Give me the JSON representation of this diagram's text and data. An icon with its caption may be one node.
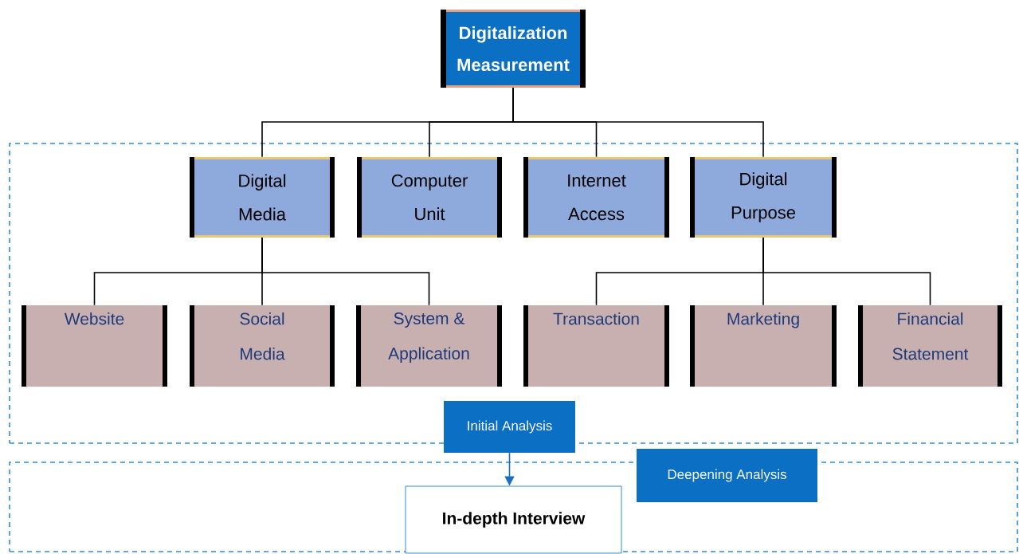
{
  "diagram": {
    "nodes": [
      {
        "text": [
          "Digitalization Measurement"
        ]
      },
      {
        "text": [],
        "shape": "box"
      },
      {
        "text": [
          "Digital Media"
        ],
        "in": 1
      },
      {
        "text": [
          "Computer Unit"
        ],
        "in": 1
      },
      {
        "text": [
          "Internet Access"
        ],
        "in": 1
      },
      {
        "text": [
          "Digital Purpose"
        ],
        "in": 1
      },
      {
        "text": [
          "Website"
        ],
        "in": 1
      },
      {
        "text": [
          "Social Media"
        ],
        "in": 1
      },
      {
        "text": [
          "System & Application"
        ],
        "in": 1
      },
      {
        "text": [
          "Transaction"
        ],
        "in": 1
      },
      {
        "text": [
          "Marketing"
        ],
        "in": 1
      },
      {
        "text": [
          "Financial Statement"
        ],
        "in": 1
      },
      {
        "text": [
          "Initial Analysis"
        ]
      },
      {
        "text": [],
        "shape": "box"
      },
      {
        "text": [
          "In-depth Interview"
        ],
        "in": 13
      },
      {
        "text": [
          "Deepening Analysis"
        ]
      }
    ],
    "edges": [
      {
        "from": 0,
        "to": 2,
        "arrow": "none"
      },
      {
        "from": 0,
        "to": 3,
        "arrow": "none"
      },
      {
        "from": 0,
        "to": 4,
        "arrow": "none"
      },
      {
        "from": 0,
        "to": 5,
        "arrow": "none"
      },
      {
        "from": 2,
        "to": 6,
        "arrow": "none"
      },
      {
        "from": 2,
        "to": 7,
        "arrow": "none"
      },
      {
        "from": 2,
        "to": 8,
        "arrow": "none"
      },
      {
        "from": 5,
        "to": 9,
        "arrow": "none"
      },
      {
        "from": 5,
        "to": 10,
        "arrow": "none"
      },
      {
        "from": 5,
        "to": 11,
        "arrow": "none"
      },
      {
        "from": 12,
        "to": 14,
        "arrow": "to",
        "color": "#1a6fc4"
      }
    ]
  }
}
